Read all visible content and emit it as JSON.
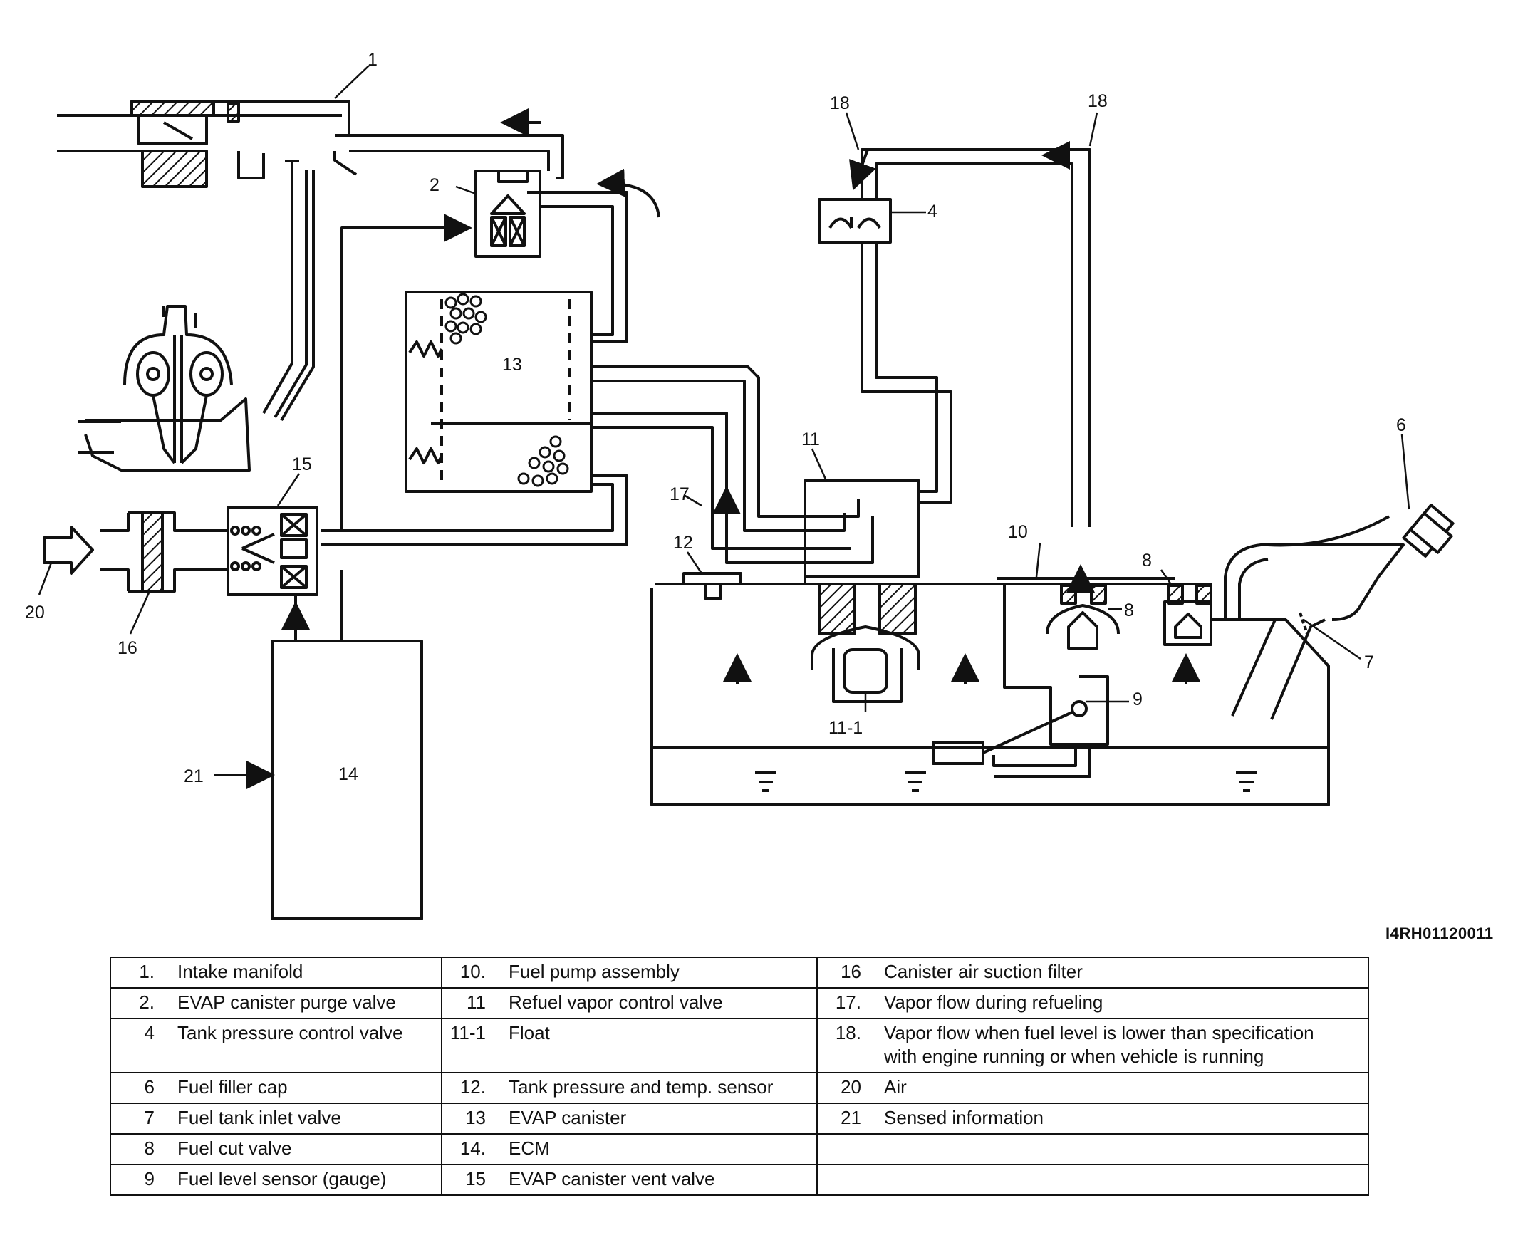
{
  "callouts": {
    "c1": "1",
    "c2": "2",
    "c4": "4",
    "c6": "6",
    "c7": "7",
    "c8a": "8",
    "c8b": "8",
    "c9": "9",
    "c10": "10",
    "c11": "11",
    "c11_1": "11-1",
    "c12": "12",
    "c13": "13",
    "c14": "14",
    "c15": "15",
    "c16": "16",
    "c17": "17",
    "c18a": "18",
    "c18b": "18",
    "c20": "20",
    "c21": "21"
  },
  "figure_code": "I4RH01120011",
  "legend": {
    "rows": [
      {
        "cells": [
          {
            "n": "1.",
            "t": "Intake manifold"
          },
          {
            "n": "10.",
            "t": "Fuel pump assembly"
          },
          {
            "n": "16",
            "t": "Canister air suction filter"
          }
        ]
      },
      {
        "cells": [
          {
            "n": "2.",
            "t": "EVAP canister purge valve"
          },
          {
            "n": "11",
            "t": "Refuel vapor control valve"
          },
          {
            "n": "17.",
            "t": "Vapor flow during refueling"
          }
        ]
      },
      {
        "cells": [
          {
            "n": "4",
            "t": "Tank pressure control valve"
          },
          {
            "n": "11-1",
            "t": "Float"
          },
          {
            "n": "18.",
            "t": "Vapor flow when fuel level is lower than specification with engine running or when vehicle is running"
          }
        ]
      },
      {
        "cells": [
          {
            "n": "6",
            "t": "Fuel filler cap"
          },
          {
            "n": "12.",
            "t": "Tank pressure and temp. sensor"
          },
          {
            "n": "20",
            "t": "Air"
          }
        ]
      },
      {
        "cells": [
          {
            "n": "7",
            "t": "Fuel tank inlet valve"
          },
          {
            "n": "13",
            "t": "EVAP canister"
          },
          {
            "n": "21",
            "t": "Sensed information"
          }
        ]
      },
      {
        "cells": [
          {
            "n": "8",
            "t": "Fuel cut valve"
          },
          {
            "n": "14.",
            "t": "ECM"
          },
          {
            "n": "",
            "t": ""
          }
        ]
      },
      {
        "cells": [
          {
            "n": "9",
            "t": "Fuel level sensor (gauge)"
          },
          {
            "n": "15",
            "t": "EVAP canister vent valve"
          },
          {
            "n": "",
            "t": ""
          }
        ]
      }
    ]
  }
}
